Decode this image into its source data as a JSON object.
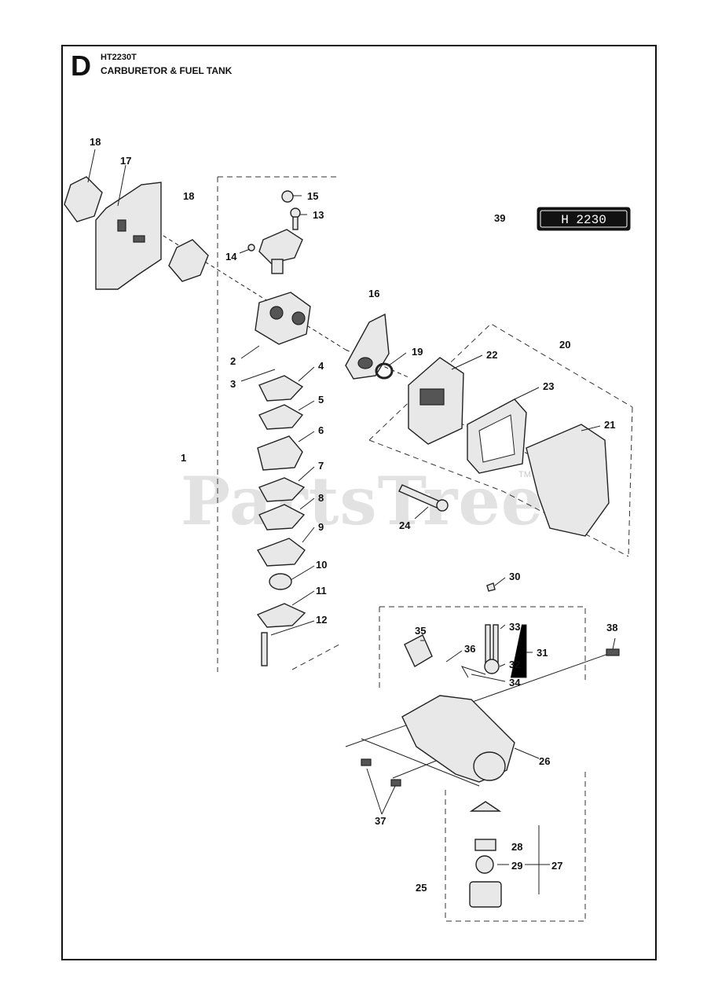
{
  "header": {
    "section_letter": "D",
    "model_code": "HT2230T",
    "section_title": "CARBURETOR & FUEL TANK"
  },
  "decal_text": "H 2230",
  "watermark": "PartsTree",
  "watermark_tm": "TM",
  "callouts": {
    "c1": "1",
    "c2": "2",
    "c3": "3",
    "c4": "4",
    "c5": "5",
    "c6": "6",
    "c7": "7",
    "c8": "8",
    "c9": "9",
    "c10": "10",
    "c11": "11",
    "c12": "12",
    "c13": "13",
    "c14": "14",
    "c15": "15",
    "c16": "16",
    "c17": "17",
    "c18a": "18",
    "c18b": "18",
    "c19": "19",
    "c20": "20",
    "c21": "21",
    "c22": "22",
    "c23": "23",
    "c24": "24",
    "c25": "25",
    "c26": "26",
    "c27": "27",
    "c28": "28",
    "c29": "29",
    "c30": "30",
    "c31": "31",
    "c32": "32",
    "c33": "33",
    "c34": "34",
    "c35": "35",
    "c36": "36",
    "c37": "37",
    "c38": "38",
    "c39": "39"
  }
}
